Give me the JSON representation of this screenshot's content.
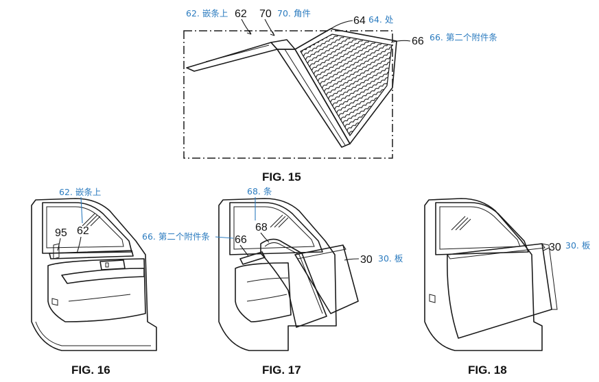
{
  "colors": {
    "annotation": "#2b7bbf",
    "ink": "#111111"
  },
  "fig15": {
    "caption": "FIG. 15",
    "ref_62": "62",
    "ref_70": "70",
    "ref_64": "64",
    "ref_66": "66",
    "anno_62": "62. 嵌条上",
    "anno_70": "70. 角件",
    "anno_64": "64. 处",
    "anno_66": "66. 第二个附件条"
  },
  "fig16": {
    "caption": "FIG. 16",
    "ref_95": "95",
    "ref_62": "62",
    "anno_62": "62. 嵌条上"
  },
  "fig17": {
    "caption": "FIG. 17",
    "ref_66": "66",
    "ref_68": "68",
    "ref_30": "30",
    "anno_66": "66. 第二个附件条",
    "anno_68": "68. 条",
    "anno_30": "30. 板"
  },
  "fig18": {
    "caption": "FIG. 18",
    "ref_30": "30",
    "anno_30": "30. 板"
  }
}
